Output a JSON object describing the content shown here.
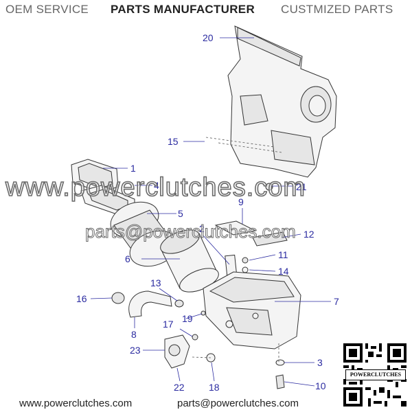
{
  "header": {
    "oem": "OEM SERVICE",
    "manufacturer": "PARTS MANUFACTURER",
    "customized": "CUSTMIZED PARTS"
  },
  "watermark": {
    "website": "www.powerclutches.com",
    "email": "parts@powerclutches.com"
  },
  "callouts": {
    "c1": "1",
    "c2": "2",
    "c3": "3",
    "c4": "4",
    "c5": "5",
    "c6": "6",
    "c7": "7",
    "c8": "8",
    "c9": "9",
    "c10": "10",
    "c11": "11",
    "c12": "12",
    "c13": "13",
    "c14": "14",
    "c15": "15",
    "c16": "16",
    "c17": "17",
    "c18": "18",
    "c19": "19",
    "c20": "20",
    "c21": "21",
    "c22": "22",
    "c23": "23"
  },
  "footer": {
    "website": "www.powerclutches.com",
    "email": "parts@powerclutches.com"
  },
  "qr": {
    "label": "POWERCLUTCHES"
  }
}
